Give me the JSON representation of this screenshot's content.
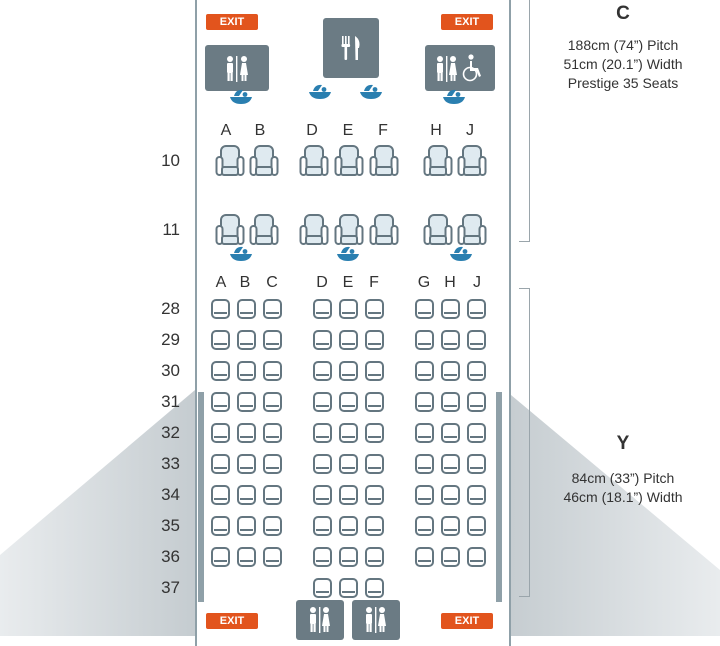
{
  "exits": {
    "top_left": "EXIT",
    "top_right": "EXIT",
    "bottom_left": "EXIT",
    "bottom_right": "EXIT"
  },
  "cabins": [
    {
      "class_letter": "C",
      "pitch": "188cm (74”) Pitch",
      "width": "51cm (20.1”) Width",
      "seats": "Prestige 35 Seats"
    },
    {
      "class_letter": "Y",
      "pitch": "84cm (33”) Pitch",
      "width": "46cm (18.1”) Width"
    }
  ],
  "business_columns": [
    "A",
    "B",
    "D",
    "E",
    "F",
    "H",
    "J"
  ],
  "business_rows": [
    "10",
    "11"
  ],
  "economy_columns": [
    "A",
    "B",
    "C",
    "D",
    "E",
    "F",
    "G",
    "H",
    "J"
  ],
  "economy_rows": [
    "28",
    "29",
    "30",
    "31",
    "32",
    "33",
    "34",
    "35",
    "36",
    "37"
  ],
  "colors": {
    "exit": "#e2541d",
    "seat_outline": "#647680",
    "business_seat_fill": "#dfeaf0",
    "bassinet": "#2a7fb0",
    "facility": "#6b7b84",
    "fuselage_outline": "#8fa0a8"
  },
  "facility_icons": [
    "lavatory-icon",
    "galley-icon",
    "accessible-lavatory-icon",
    "bassinet-icon"
  ]
}
